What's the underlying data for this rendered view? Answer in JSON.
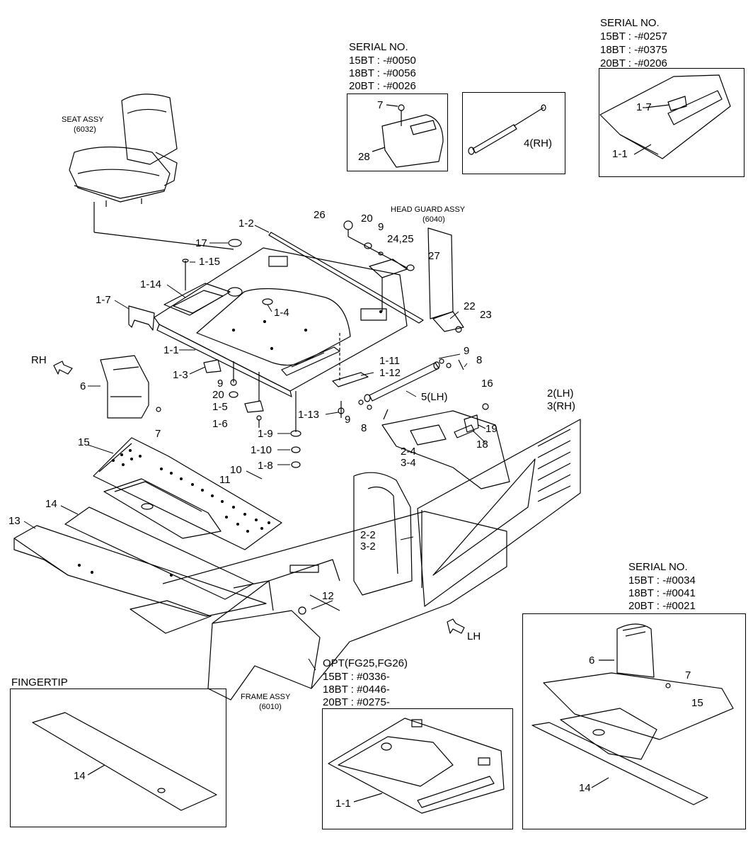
{
  "inset_serial_top_center": {
    "title": "SERIAL NO.",
    "lines": [
      "15BT : -#0050",
      "18BT : -#0056",
      "20BT : -#0026"
    ],
    "labels": [
      "7",
      "28"
    ]
  },
  "inset_gas_spring": {
    "label": "4(RH)"
  },
  "inset_serial_top_right": {
    "title": "SERIAL NO.",
    "lines": [
      "15BT : -#0257",
      "18BT : -#0375",
      "20BT : -#0206"
    ],
    "labels": [
      "1-7",
      "1-1"
    ]
  },
  "inset_serial_bottom_right": {
    "title": "SERIAL NO.",
    "lines": [
      "15BT : -#0034",
      "18BT : -#0041",
      "20BT : -#0021"
    ],
    "labels": [
      "6",
      "7",
      "15",
      "14"
    ]
  },
  "inset_opt": {
    "title": "OPT(FG25,FG26)",
    "lines": [
      "15BT : #0336-",
      "18BT : #0446-",
      "20BT : #0275-"
    ],
    "labels": [
      "1-1"
    ]
  },
  "inset_fingertip": {
    "title": "FINGERTIP",
    "labels": [
      "14"
    ]
  },
  "assemblies": {
    "seat": [
      "SEAT ASSY",
      "(6032)"
    ],
    "head_guard": [
      "HEAD GUARD ASSY",
      "(6040)"
    ],
    "frame": [
      "FRAME ASSY",
      "(6010)"
    ]
  },
  "directions": {
    "rh": "RH",
    "lh": "LH"
  },
  "callouts": {
    "c26": "26",
    "c20a": "20",
    "c9a": "9",
    "c2425": "24,25",
    "c27": "27",
    "c12": "1-2",
    "c17": "17",
    "c115": "1-15",
    "c114": "1-14",
    "c17b": "1-7",
    "c14": "1-4",
    "c22": "22",
    "c23": "23",
    "c11": "1-1",
    "c13": "1-3",
    "c9b": "9",
    "c20b": "20",
    "c15": "1-5",
    "c16": "1-6",
    "c6": "6",
    "c7": "7",
    "c9c": "9",
    "c8a": "8",
    "c111": "1-11",
    "c112": "1-12",
    "c5lh": "5(LH)",
    "c113": "1-13",
    "c9d": "9",
    "c8b": "8",
    "c19": "1-9",
    "c110": "1-10",
    "c18": "1-8",
    "c16b": "16",
    "c2lh": "2(LH)",
    "c3rh": "3(RH)",
    "c19b": "19",
    "c18b": "18",
    "c2434": "2-4",
    "c3434": "3-4",
    "c15b": "15",
    "c10": "10",
    "c11b": "11",
    "c14b": "14",
    "c13b": "13",
    "c22b": "2-2",
    "c32": "3-2",
    "c12b": "12"
  }
}
